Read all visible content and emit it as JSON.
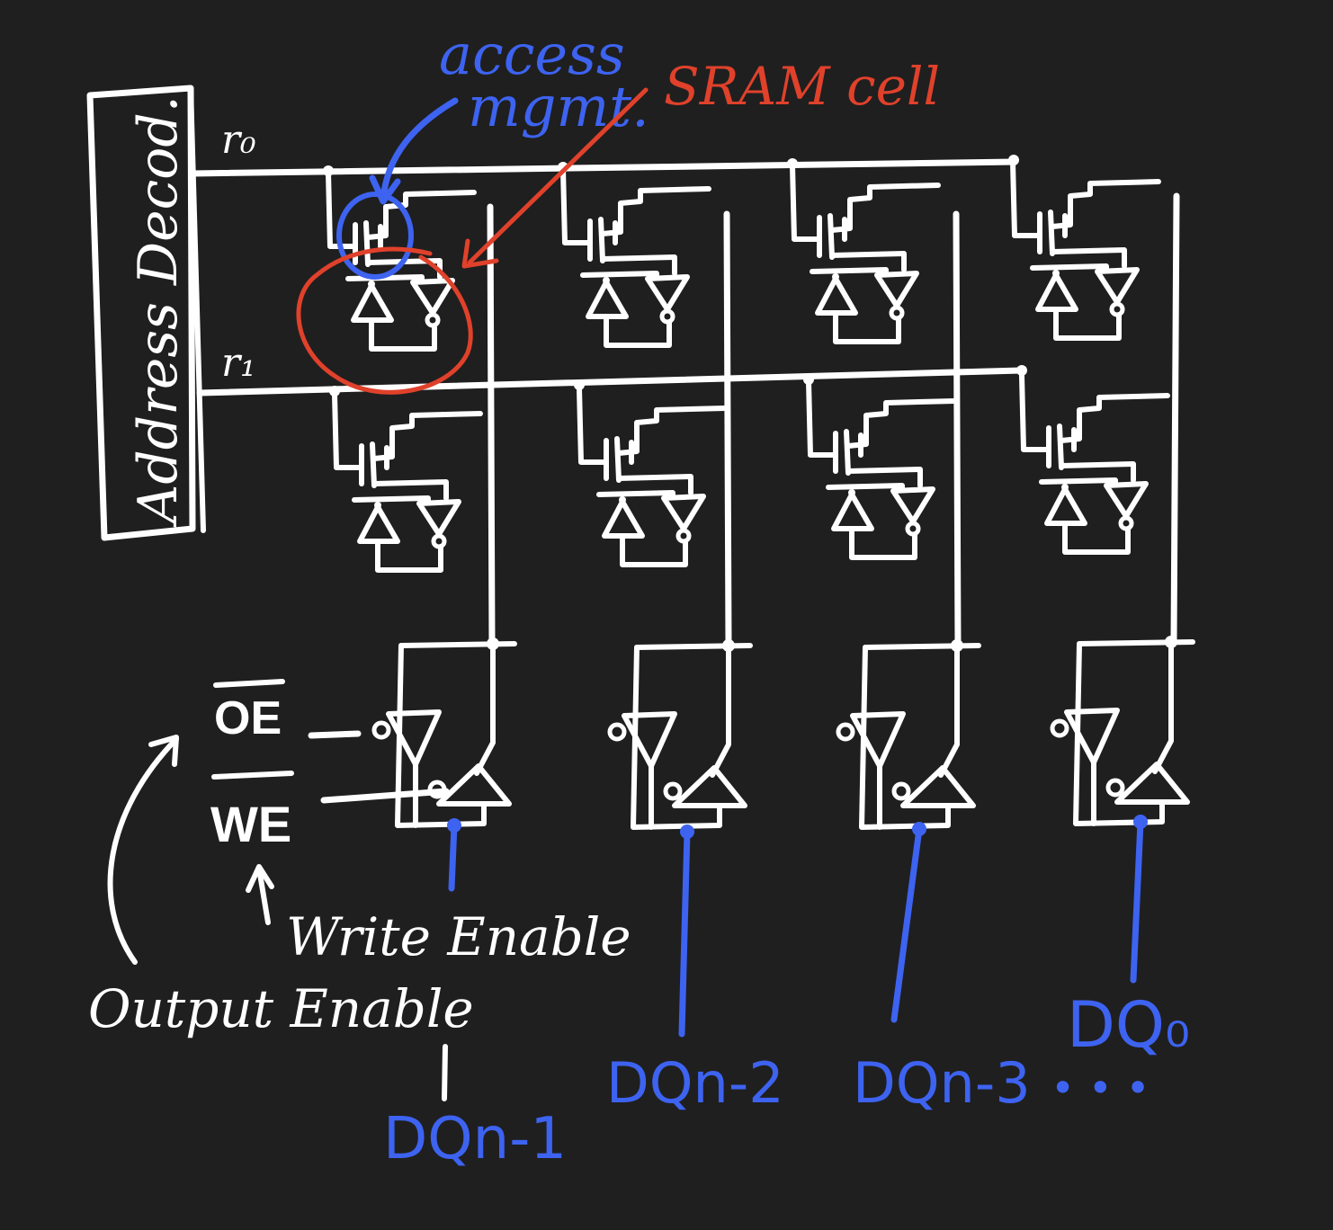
{
  "decoder": {
    "label": "Address Decod."
  },
  "rows": {
    "r0": "r₀",
    "r1": "r₁"
  },
  "annotations": {
    "access_line1": "access",
    "access_line2": "mgmt.",
    "sram_cell": "SRAM cell"
  },
  "control": {
    "oe": "OE",
    "we": "WE",
    "write_enable": "Write Enable",
    "output_enable": "Output Enable"
  },
  "data_lines": {
    "dq_n1": "DQn-1",
    "dq_n2": "DQn-2",
    "dq_n3": "DQn-3",
    "ellipsis": "• • •",
    "dq_0": "DQ₀"
  },
  "colors": {
    "background": "#1f1f1f",
    "wire": "#ffffff",
    "blue": "#3d63f0",
    "red": "#e0412b"
  }
}
